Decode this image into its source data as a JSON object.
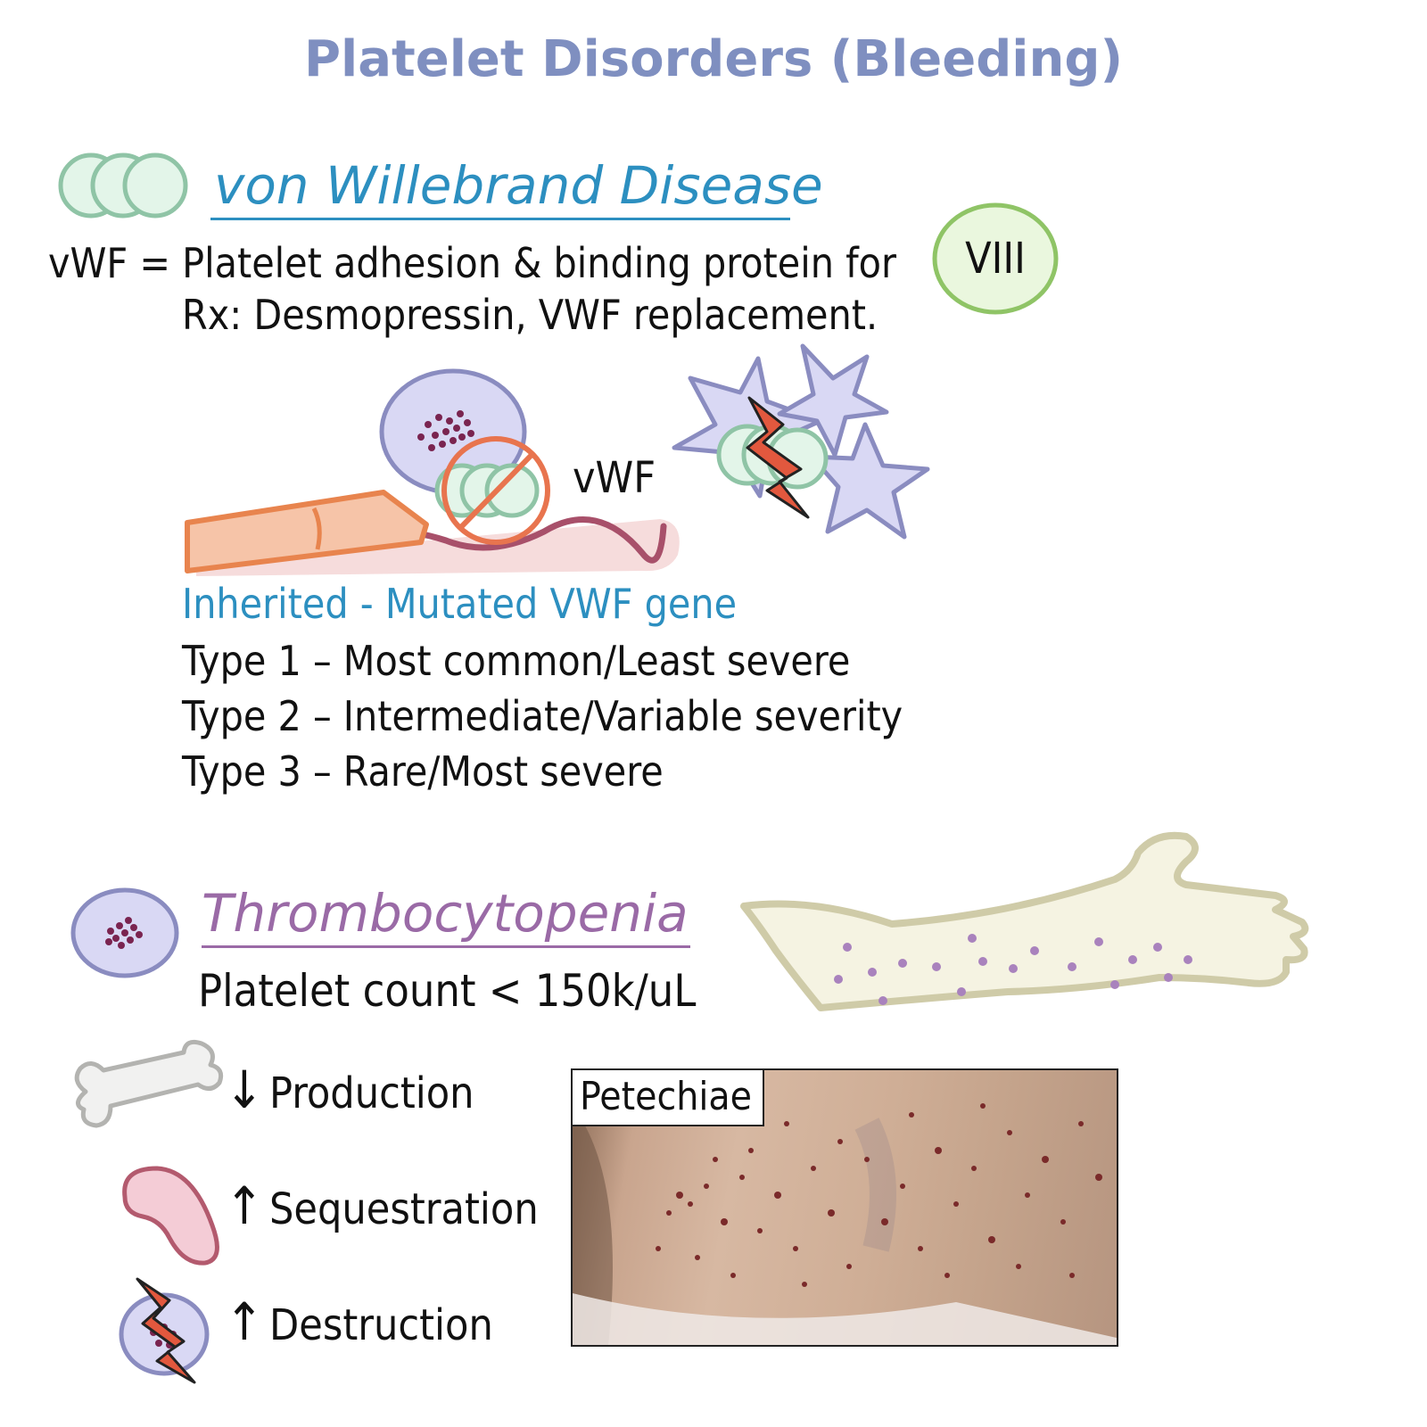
{
  "title": "Platelet Disorders (Bleeding)",
  "vwd": {
    "heading": "von Willebrand Disease",
    "line1": "vWF = Platelet adhesion & binding protein for",
    "line2": "Rx: Desmopressin, VWF replacement.",
    "factor_label": "VIII",
    "diagram_label": "vWF",
    "inherited": "Inherited - Mutated VWF gene",
    "types": [
      "Type 1 – Most common/Least severe",
      "Type 2 – Intermediate/Variable severity",
      "Type 3 – Rare/Most severe"
    ]
  },
  "thrombo": {
    "heading": "Thrombocytopenia",
    "count": "Platelet count < 150k/uL",
    "causes": [
      {
        "arrow": "↓",
        "label": "Production",
        "icon": "bone-icon"
      },
      {
        "arrow": "↑",
        "label": "Sequestration",
        "icon": "spleen-icon"
      },
      {
        "arrow": "↑",
        "label": "Destruction",
        "icon": "platelet-lightning-icon"
      }
    ],
    "photo_label": "Petechiae"
  },
  "colors": {
    "title": "#7f8fc0",
    "vwd_heading": "#2c8fc0",
    "thrombo_heading": "#9a6aa6",
    "vwf_circle_fill": "#e3f5e9",
    "vwf_circle_stroke": "#8fc4a6",
    "factor_fill": "#eaf7de",
    "factor_stroke": "#8fc466",
    "platelet_fill": "#d9d8f4",
    "platelet_stroke": "#8a8cc0",
    "lightning": "#e2583e",
    "arm_fill": "#f5f3e2",
    "arm_stroke": "#cfcba8"
  }
}
